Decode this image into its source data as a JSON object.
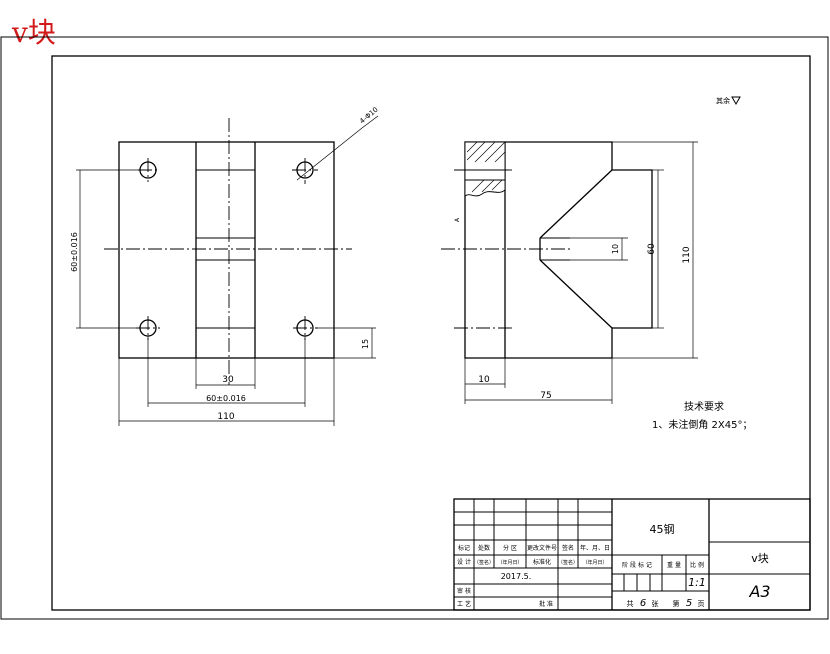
{
  "title": "v块",
  "roughness_note": "其余",
  "front_view": {
    "dims": {
      "hole_callout": "4-Φ10",
      "vertical_hole_spacing": "60±0.016",
      "edge_offset": "15",
      "slot_width": "30",
      "horizontal_hole_spacing": "60±0.016",
      "overall_width": "110"
    }
  },
  "side_view": {
    "dims": {
      "base_thickness": "10",
      "overall_length": "75",
      "groove_width": "10",
      "v_depth": "60",
      "overall_height": "110"
    },
    "section_marker": "A"
  },
  "technical_requirements": {
    "heading": "技术要求",
    "item1": "1、未注倒角 2X45°；"
  },
  "title_block": {
    "material": "45钢",
    "part_name": "v块",
    "sheet_size": "A3",
    "scale": "1:1",
    "total_sheets_prefix": "共",
    "total_sheets": "6",
    "sheet_unit": "张",
    "sheet_no_prefix": "第",
    "sheet_no": "5",
    "sheet_no_unit": "页",
    "date": "2017.5.",
    "labels": {
      "mark": "标记",
      "count": "处数",
      "zone": "分 区",
      "change_doc": "更改文件号",
      "sign": "签名",
      "ymd": "年、月、日",
      "design": "设 计",
      "sign_date1": "（签名）",
      "ymd1": "（年月日）",
      "standardize": "标准化",
      "sign_date2": "（签名）",
      "ymd2": "（年月日）",
      "review": "审 核",
      "process": "工 艺",
      "approve": "批 准",
      "stage_mark": "阶 段 标 记",
      "weight": "重 量",
      "scale_label": "比 例"
    }
  }
}
